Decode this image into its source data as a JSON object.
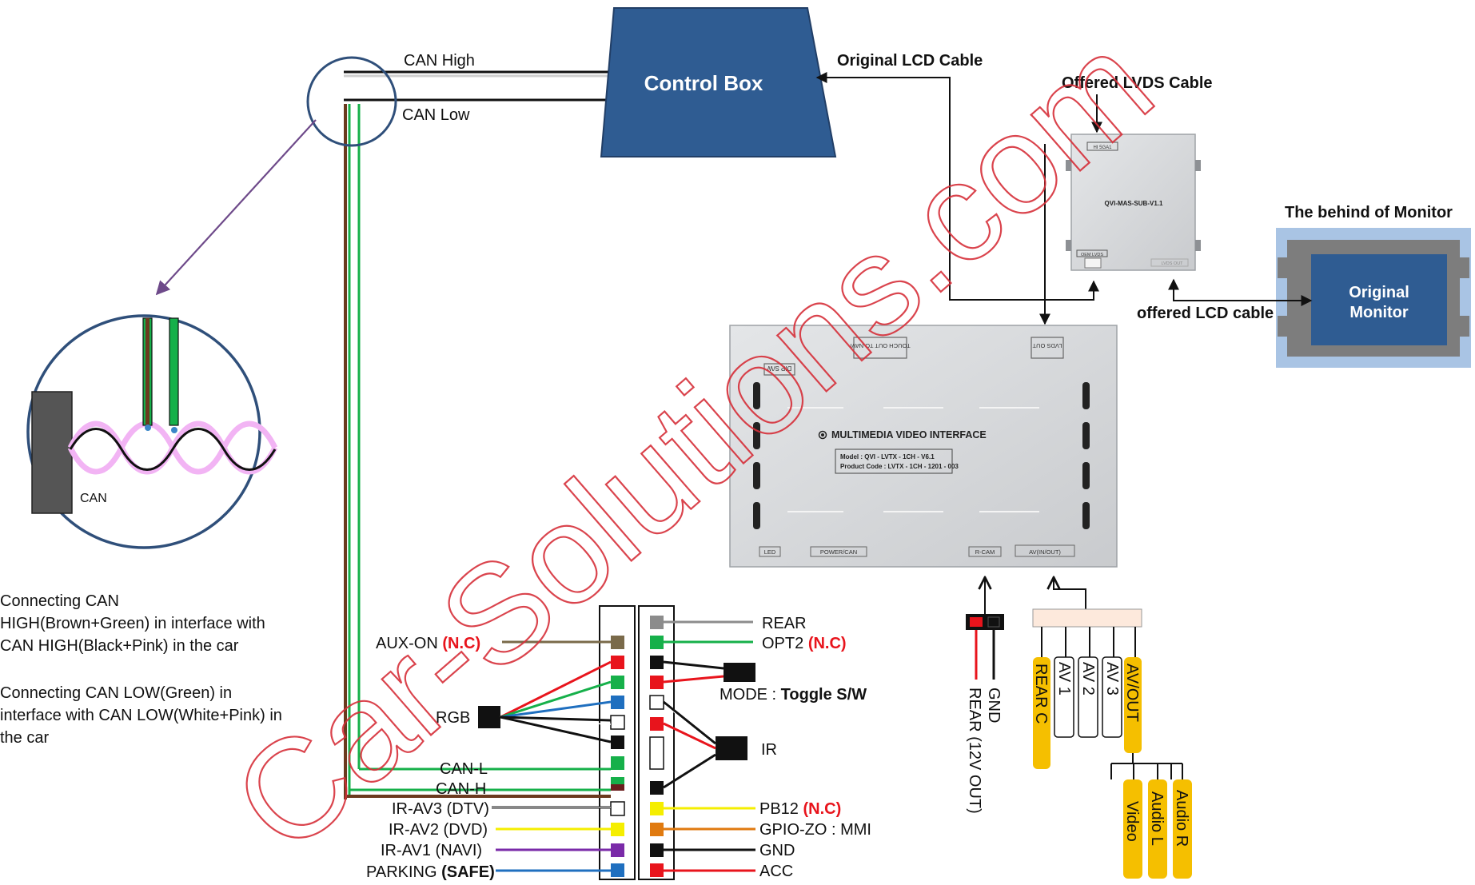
{
  "labels": {
    "can_high": "CAN High",
    "can_low": "CAN Low",
    "control_box": "Control Box",
    "original_lcd_cable": "Original LCD Cable",
    "offered_lvds_cable": "Offered LVDS Cable",
    "behind_monitor": "The behind of Monitor",
    "original_monitor_l1": "Original",
    "original_monitor_l2": "Monitor",
    "offered_lcd_cable": "offered LCD cable",
    "can_zoom": "CAN"
  },
  "sub_box": {
    "label_top": "HI 5GA1",
    "model": "QVI-MAS-SUB-V1.1",
    "port_oem": "OEM LVDS",
    "port_out": "LVDS OUT"
  },
  "main_box": {
    "top_ports": [
      "DIP S/W",
      "TOUCH OUT TO NAVI",
      "LVDS OUT"
    ],
    "title": "MULTIMEDIA VIDEO INTERFACE",
    "model_line": "Model : QVI - LVTX - 1CH - V6.1",
    "code_line": "Product Code : LVTX - 1CH - 1201 - 003",
    "bottom_ports": [
      "LED",
      "POWER/CAN",
      "R-CAM",
      "AV(IN/OUT)"
    ]
  },
  "notes": {
    "note1": "Connecting CAN\nHIGH(Brown+Green) in interface with\nCAN HIGH(Black+Pink) in the car",
    "note2": "Connecting CAN LOW(Green) in\ninterface with CAN LOW(White+Pink) in\nthe car"
  },
  "harness_left": {
    "aux_on": "AUX-ON",
    "nc": "(N.C)",
    "rgb": "RGB",
    "can_l": "CAN-L",
    "can_h": "CAN-H",
    "ir_av3": "IR-AV3 (DTV)",
    "ir_av2": "IR-AV2 (DVD)",
    "ir_av1": "IR-AV1 (NAVI)",
    "parking": "PARKING",
    "safe": "(SAFE)"
  },
  "harness_right": {
    "rear": "REAR",
    "opt2": "OPT2",
    "nc": "(N.C)",
    "mode": "MODE : ",
    "toggle": "Toggle S/W",
    "ir": "IR",
    "pb12": "PB12",
    "gpio": "GPIO-ZO : MMI",
    "gnd": "GND",
    "acc": "ACC"
  },
  "rcam": {
    "gnd": "GND",
    "rear12": "REAR (12V OUT)"
  },
  "av": {
    "rear_c": "REAR C",
    "av1": "AV 1",
    "av2": "AV 2",
    "av3": "AV 3",
    "av_out": "AV/OUT",
    "video": "Video",
    "audio_l": "Audio L",
    "audio_r": "Audio R"
  },
  "watermark": "Car-Solutions.com",
  "colors": {
    "control_box": "#2f5c92",
    "monitor_frame": "#a9c4e4",
    "monitor_body": "#7d7d7d",
    "monitor_screen": "#2f5c92",
    "tag_yellow": "#f5bf00",
    "red": "#e8141c",
    "green": "#16b04a",
    "brown": "#6b3a1e",
    "blue": "#1f6fbf",
    "purple": "#7a2aa8",
    "yellow": "#f5ee00",
    "orange": "#e07a10",
    "gray": "#8c8c8c",
    "khaki": "#7a6a4a"
  }
}
